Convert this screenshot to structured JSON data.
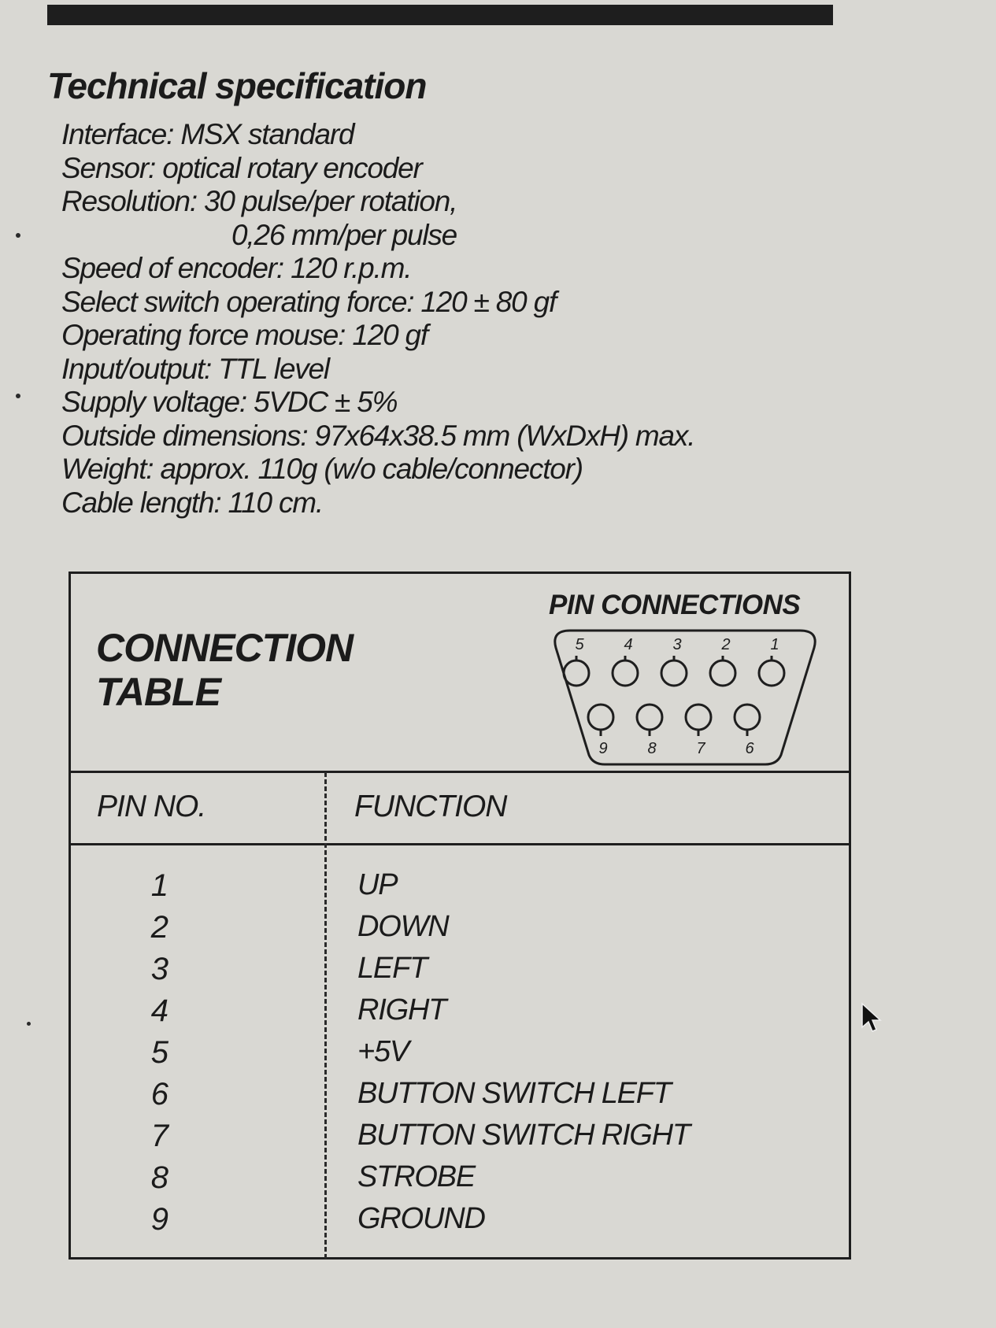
{
  "spec": {
    "title": "Technical specification",
    "lines": [
      "Interface: MSX standard",
      "Sensor: optical rotary encoder",
      "Resolution: 30 pulse/per rotation,",
      "0,26 mm/per pulse",
      "Speed of encoder: 120 r.p.m.",
      "Select switch operating force: 120 ± 80 gf",
      "Operating force mouse: 120 gf",
      "Input/output: TTL level",
      "Supply voltage: 5VDC ± 5%",
      "Outside dimensions: 97x64x38.5 mm (WxDxH) max.",
      "Weight: approx. 110g (w/o cable/connector)",
      "Cable length: 110 cm."
    ]
  },
  "table": {
    "title_line1": "CONNECTION",
    "title_line2": "TABLE",
    "pin_connections_label": "PIN CONNECTIONS",
    "connector_top_pins": [
      "5",
      "4",
      "3",
      "2",
      "1"
    ],
    "connector_bottom_pins": [
      "9",
      "8",
      "7",
      "6"
    ],
    "col_pin": "PIN NO.",
    "col_function": "FUNCTION",
    "rows": [
      {
        "pin": "1",
        "function": "UP"
      },
      {
        "pin": "2",
        "function": "DOWN"
      },
      {
        "pin": "3",
        "function": "LEFT"
      },
      {
        "pin": "4",
        "function": "RIGHT"
      },
      {
        "pin": "5",
        "function": "+5V"
      },
      {
        "pin": "6",
        "function": "BUTTON SWITCH LEFT"
      },
      {
        "pin": "7",
        "function": "BUTTON SWITCH RIGHT"
      },
      {
        "pin": "8",
        "function": "STROBE"
      },
      {
        "pin": "9",
        "function": "GROUND"
      }
    ]
  }
}
